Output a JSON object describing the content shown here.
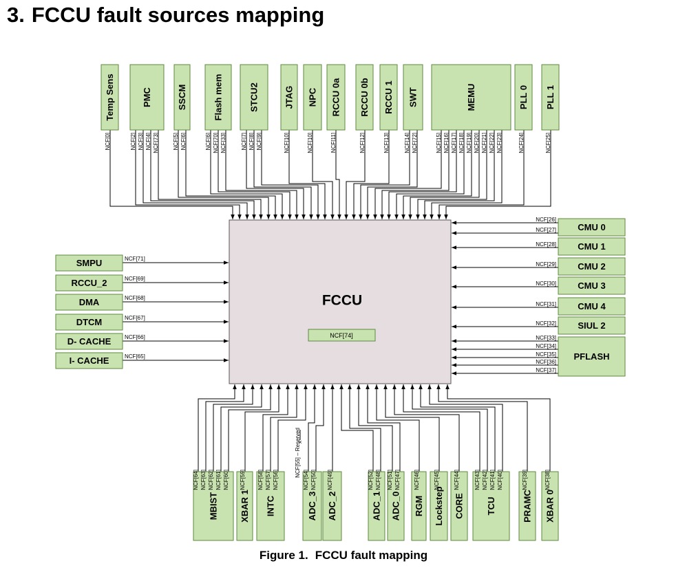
{
  "heading": {
    "number": "3.",
    "title": "FCCU fault sources mapping"
  },
  "caption": {
    "label": "Figure 1.",
    "text": "FCCU fault mapping"
  },
  "center": {
    "label": "FCCU",
    "inner_label": "NCF[74]"
  },
  "colors": {
    "block_fill": "#c9e3b0",
    "block_stroke": "#5d8a3f",
    "fccu_fill": "#e5dde0",
    "wire": "#000000"
  },
  "top_blocks": [
    {
      "label": "Temp Sens",
      "signals": [
        "NCF[0]"
      ]
    },
    {
      "label": "PMC",
      "signals": [
        "NCF[2]",
        "NCF[3]",
        "NCF[4]",
        "NCF[73]"
      ]
    },
    {
      "label": "SSCM",
      "signals": [
        "NCF[5]",
        "NCF[6]"
      ]
    },
    {
      "label": "Flash mem",
      "signals": [
        "NCF[6]",
        "NCF[70]",
        "NCF[33]"
      ]
    },
    {
      "label": "STCU2",
      "signals": [
        "NCF[7]",
        "NCF[8]",
        "NCF[9]"
      ]
    },
    {
      "label": "JTAG",
      "signals": [
        "NCF[10]"
      ]
    },
    {
      "label": "NPC",
      "signals": [
        "NCF[10]"
      ]
    },
    {
      "label": "RCCU 0a",
      "signals": [
        "NCF[11]"
      ]
    },
    {
      "label": "RCCU 0b",
      "signals": [
        "NCF[12]"
      ]
    },
    {
      "label": "RCCU 1",
      "signals": [
        "NCF[13]"
      ]
    },
    {
      "label": "SWT",
      "signals": [
        "NCF[14]",
        "NCF[72]"
      ]
    },
    {
      "label": "MEMU",
      "signals": [
        "NCF[15]",
        "NCF[16]",
        "NCF[17]",
        "NCF[18]",
        "NCF[19]",
        "NCF[20]",
        "NCF[21]",
        "NCF[22]",
        "NCF[23]"
      ]
    },
    {
      "label": "PLL 0",
      "signals": [
        "NCF[24]"
      ]
    },
    {
      "label": "PLL 1",
      "signals": [
        "NCF[25]"
      ]
    }
  ],
  "left_blocks": [
    {
      "label": "SMPU",
      "signal": "NCF[71]"
    },
    {
      "label": "RCCU_2",
      "signal": "NCF[69]"
    },
    {
      "label": "DMA",
      "signal": "NCF[68]"
    },
    {
      "label": "DTCM",
      "signal": "NCF[67]"
    },
    {
      "label": "D- CACHE",
      "signal": "NCF[66]"
    },
    {
      "label": "I- CACHE",
      "signal": "NCF[65]"
    }
  ],
  "right_blocks": [
    {
      "label": "CMU 0",
      "signals": [
        "NCF[26]",
        "NCF[27]"
      ]
    },
    {
      "label": "CMU 1",
      "signals": [
        "NCF[28]"
      ]
    },
    {
      "label": "CMU 2",
      "signals": [
        "NCF[29]"
      ]
    },
    {
      "label": "CMU 3",
      "signals": [
        "NCF[30]"
      ]
    },
    {
      "label": "CMU 4",
      "signals": [
        "NCF[31]"
      ]
    },
    {
      "label": "SIUL 2",
      "signals": [
        "NCF[32]"
      ]
    },
    {
      "label": "PFLASH",
      "signals": [
        "NCF[33]",
        "NCF[34]",
        "NCF[35]",
        "NCF[36]",
        "NCF[37]"
      ]
    }
  ],
  "bottom_blocks": [
    {
      "label": "MBIST",
      "signals": [
        "NCF[64]",
        "NCF[63]",
        "NCF[62]",
        "NCF[61]",
        "NCF[60]"
      ]
    },
    {
      "label": "XBAR 1",
      "signals": [
        "NCF[59]"
      ]
    },
    {
      "label": "INTC",
      "signals": [
        "NCF[58]",
        "NCF[57]",
        "NCF[56]"
      ]
    },
    {
      "label": "ADC_3",
      "signals": [
        "NCF[54]",
        "NCF[50]"
      ]
    },
    {
      "label": "ADC_2",
      "signals": [
        "NCF[49]"
      ]
    },
    {
      "label": "ADC_1",
      "signals": [
        "NCF[52]",
        "NCF[48]"
      ]
    },
    {
      "label": "ADC_0",
      "signals": [
        "NCF[51]",
        "NCF[47]"
      ]
    },
    {
      "label": "RGM",
      "signals": [
        "NCF[46]"
      ]
    },
    {
      "label": "Lockstep",
      "signals": [
        "NCF[45]"
      ]
    },
    {
      "label": "CORE",
      "signals": [
        "NCF[44]"
      ]
    },
    {
      "label": "TCU",
      "signals": [
        "NCF[43]",
        "NCF[42]",
        "NCF[41]",
        "NCF[40]"
      ]
    },
    {
      "label": "PRAMC",
      "signals": [
        "NCF[39]"
      ]
    },
    {
      "label": "XBAR 0",
      "signals": [
        "NCF[38]"
      ]
    }
  ],
  "reserved_label": "NCF[55] – Reserved"
}
